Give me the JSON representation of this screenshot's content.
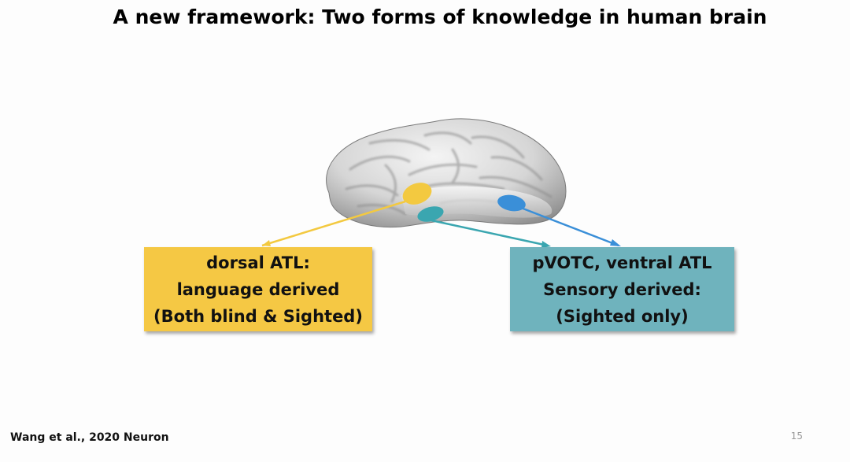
{
  "slide": {
    "title": "A new framework: Two forms of knowledge in human brain",
    "citation": "Wang et al., 2020 Neuron",
    "page_number": "15"
  },
  "boxes": {
    "dorsal": {
      "lines": [
        "dorsal ATL:",
        "language derived",
        "(Both blind & Sighted)"
      ],
      "color": "#f5c844"
    },
    "ventral": {
      "lines": [
        "pVOTC, ventral ATL",
        "Sensory derived:",
        "(Sighted only)"
      ],
      "color": "#6fb3bd"
    }
  },
  "regions": {
    "dorsal_atl_color": "#f3c940",
    "ventral_atl_color": "#3aa6b0",
    "pvotc_color": "#3a8fd8"
  }
}
